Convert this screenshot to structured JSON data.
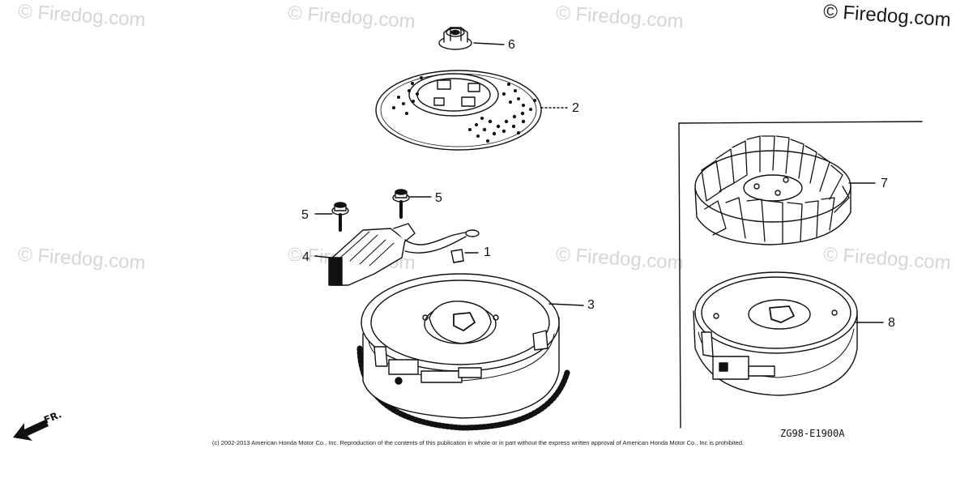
{
  "watermarks": [
    "© Firedog.com",
    "© Firedog.com",
    "© Firedog.com",
    "© Firedog.com",
    "© Firedog.com",
    "© Firedog.com",
    "© Firedog.com",
    "© Firedog.com"
  ],
  "callouts": {
    "c1": "1",
    "c2": "2",
    "c3": "3",
    "c4": "4",
    "c5a": "5",
    "c5b": "5",
    "c6": "6",
    "c7": "7",
    "c8": "8"
  },
  "diagram_code": "ZG98-E1900A",
  "front_indicator": "FR.",
  "copyright": "(c) 2002-2013 American Honda Motor Co., Inc. Reproduction of the contents of this publication in whole or in part without the express written approval of American Honda Motor Co., Inc is prohibited."
}
